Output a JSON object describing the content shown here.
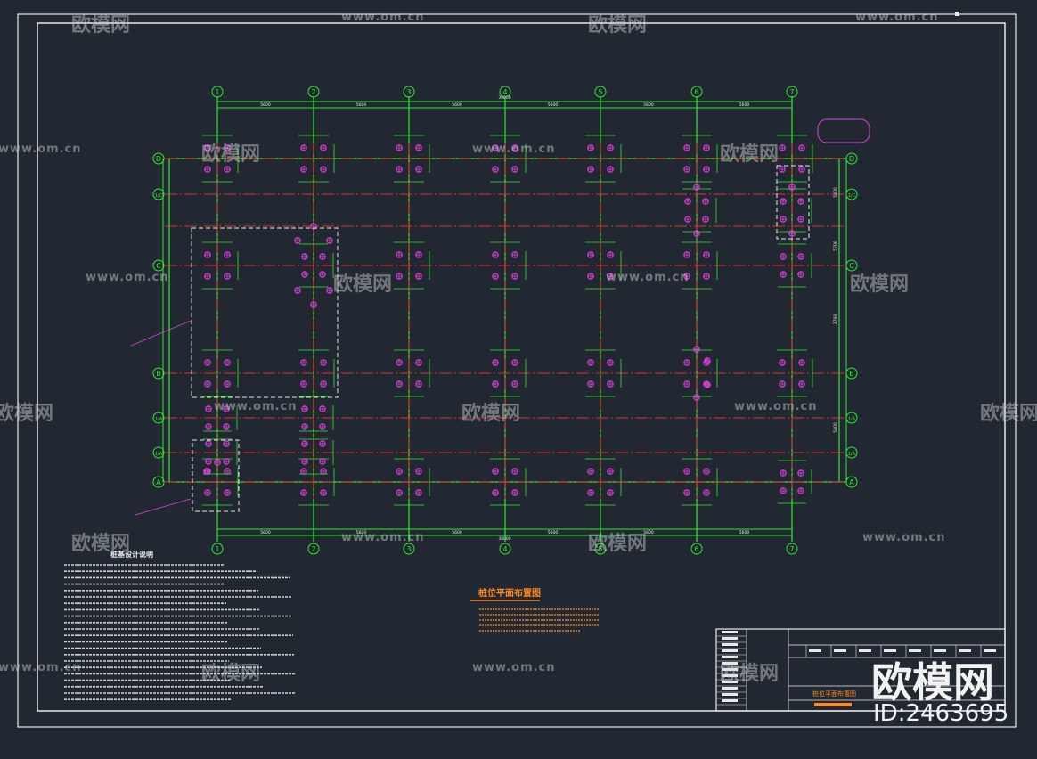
{
  "drawing": {
    "title": "桩位平面布置图",
    "notes_title": "桩基设计说明",
    "title_block_name": "桩位平面布置图",
    "colors": {
      "background": "#222831",
      "grid_line": "#e03030",
      "axis": "#2ee82e",
      "pile": "#e040e0",
      "frame": "#e8e8e8",
      "title": "#ff8a1e",
      "dim_text": "#f0f0f0"
    }
  },
  "grid_axes": {
    "numbers": [
      "1",
      "2",
      "3",
      "4",
      "5",
      "6",
      "7"
    ],
    "letters": [
      "D",
      "1/C",
      "C",
      "B",
      "1/A",
      "1/A",
      "A"
    ]
  },
  "dimensions": {
    "top_total": "36000",
    "top_spans": [
      "5600",
      "5600",
      "5600",
      "5600",
      "5600",
      "5600"
    ],
    "bottom_spans": [
      "5600",
      "5600",
      "5600",
      "5600",
      "5600",
      "5600"
    ],
    "bottom_total": "36000",
    "right_spans": [
      "5400",
      "5700",
      "2700",
      "5400"
    ]
  },
  "watermarks": {
    "logo": "欧模网",
    "url": "www.om.cn",
    "brand": "欧模网",
    "image_id": "ID:2463695"
  }
}
